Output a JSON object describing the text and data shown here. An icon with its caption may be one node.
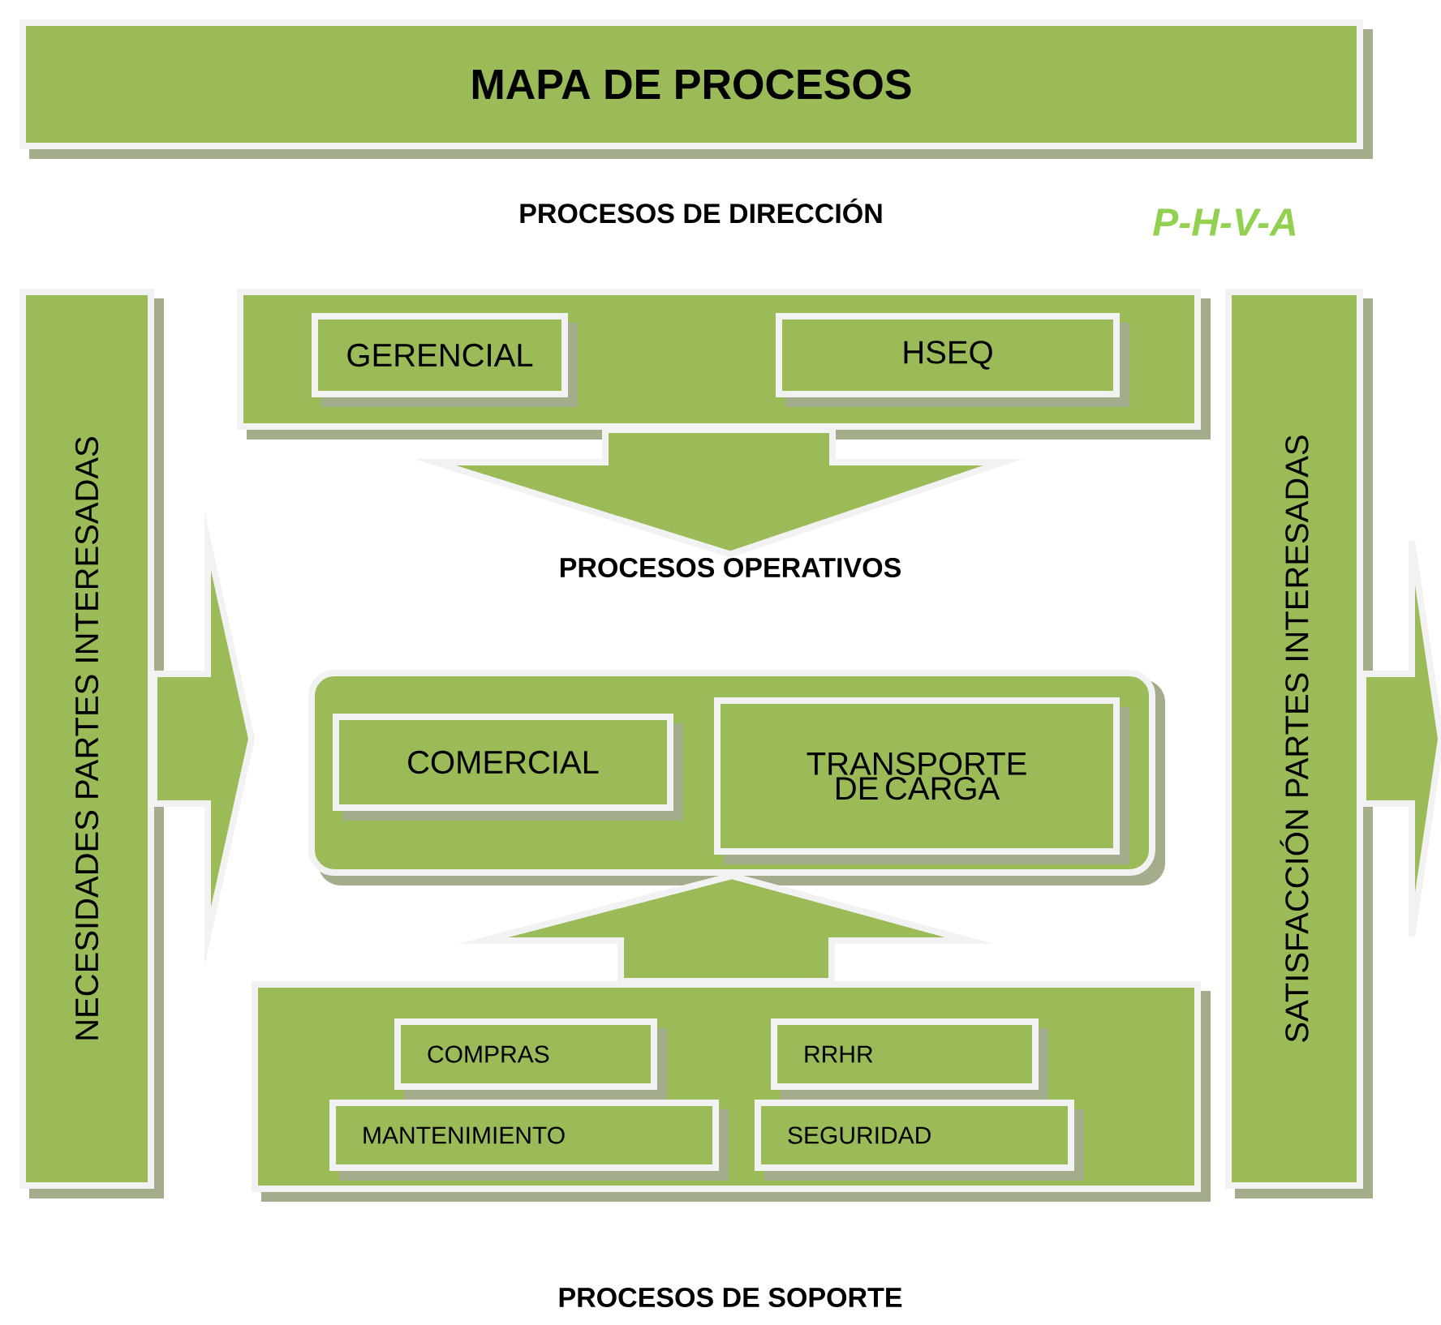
{
  "diagram": {
    "title": "MAPA DE PROCESOS",
    "nodes": [
      {
        "text": [
          "NECESIDADES PARTES INTERESADAS"
        ]
      },
      {
        "text": [
          "PROCESOS DE DIRECCIÓN"
        ]
      },
      {
        "text": [
          "GERENCIAL"
        ],
        "in": 1
      },
      {
        "text": [
          "HSEQ"
        ],
        "in": 1
      },
      {
        "text": [
          "PROCESOS OPERATIVOS"
        ]
      },
      {
        "text": [
          "COMERCIAL"
        ],
        "in": 4
      },
      {
        "text": [
          "TRANSPORTE DE CARGA"
        ],
        "in": 4
      },
      {
        "text": [
          "PROCESOS DE SOPORTE"
        ]
      },
      {
        "text": [
          "COMPRAS"
        ],
        "in": 7
      },
      {
        "text": [
          "MANTENIMIENTO"
        ],
        "in": 7
      },
      {
        "text": [
          "RRHR"
        ],
        "in": 7
      },
      {
        "text": [
          "SEGURIDAD"
        ],
        "in": 7
      },
      {
        "text": [
          "SATISFACCIÓN  PARTES INTERESADAS"
        ]
      }
    ],
    "edges": [
      {
        "from": 1,
        "to": 4,
        "arrow": "to"
      },
      {
        "from": 7,
        "to": 4,
        "arrow": "to"
      },
      {
        "from": 0,
        "to": null,
        "arrow": "to"
      },
      {
        "from": 12,
        "to": null,
        "arrow": "to"
      }
    ],
    "labels": [
      "P-H-V-A"
    ]
  }
}
